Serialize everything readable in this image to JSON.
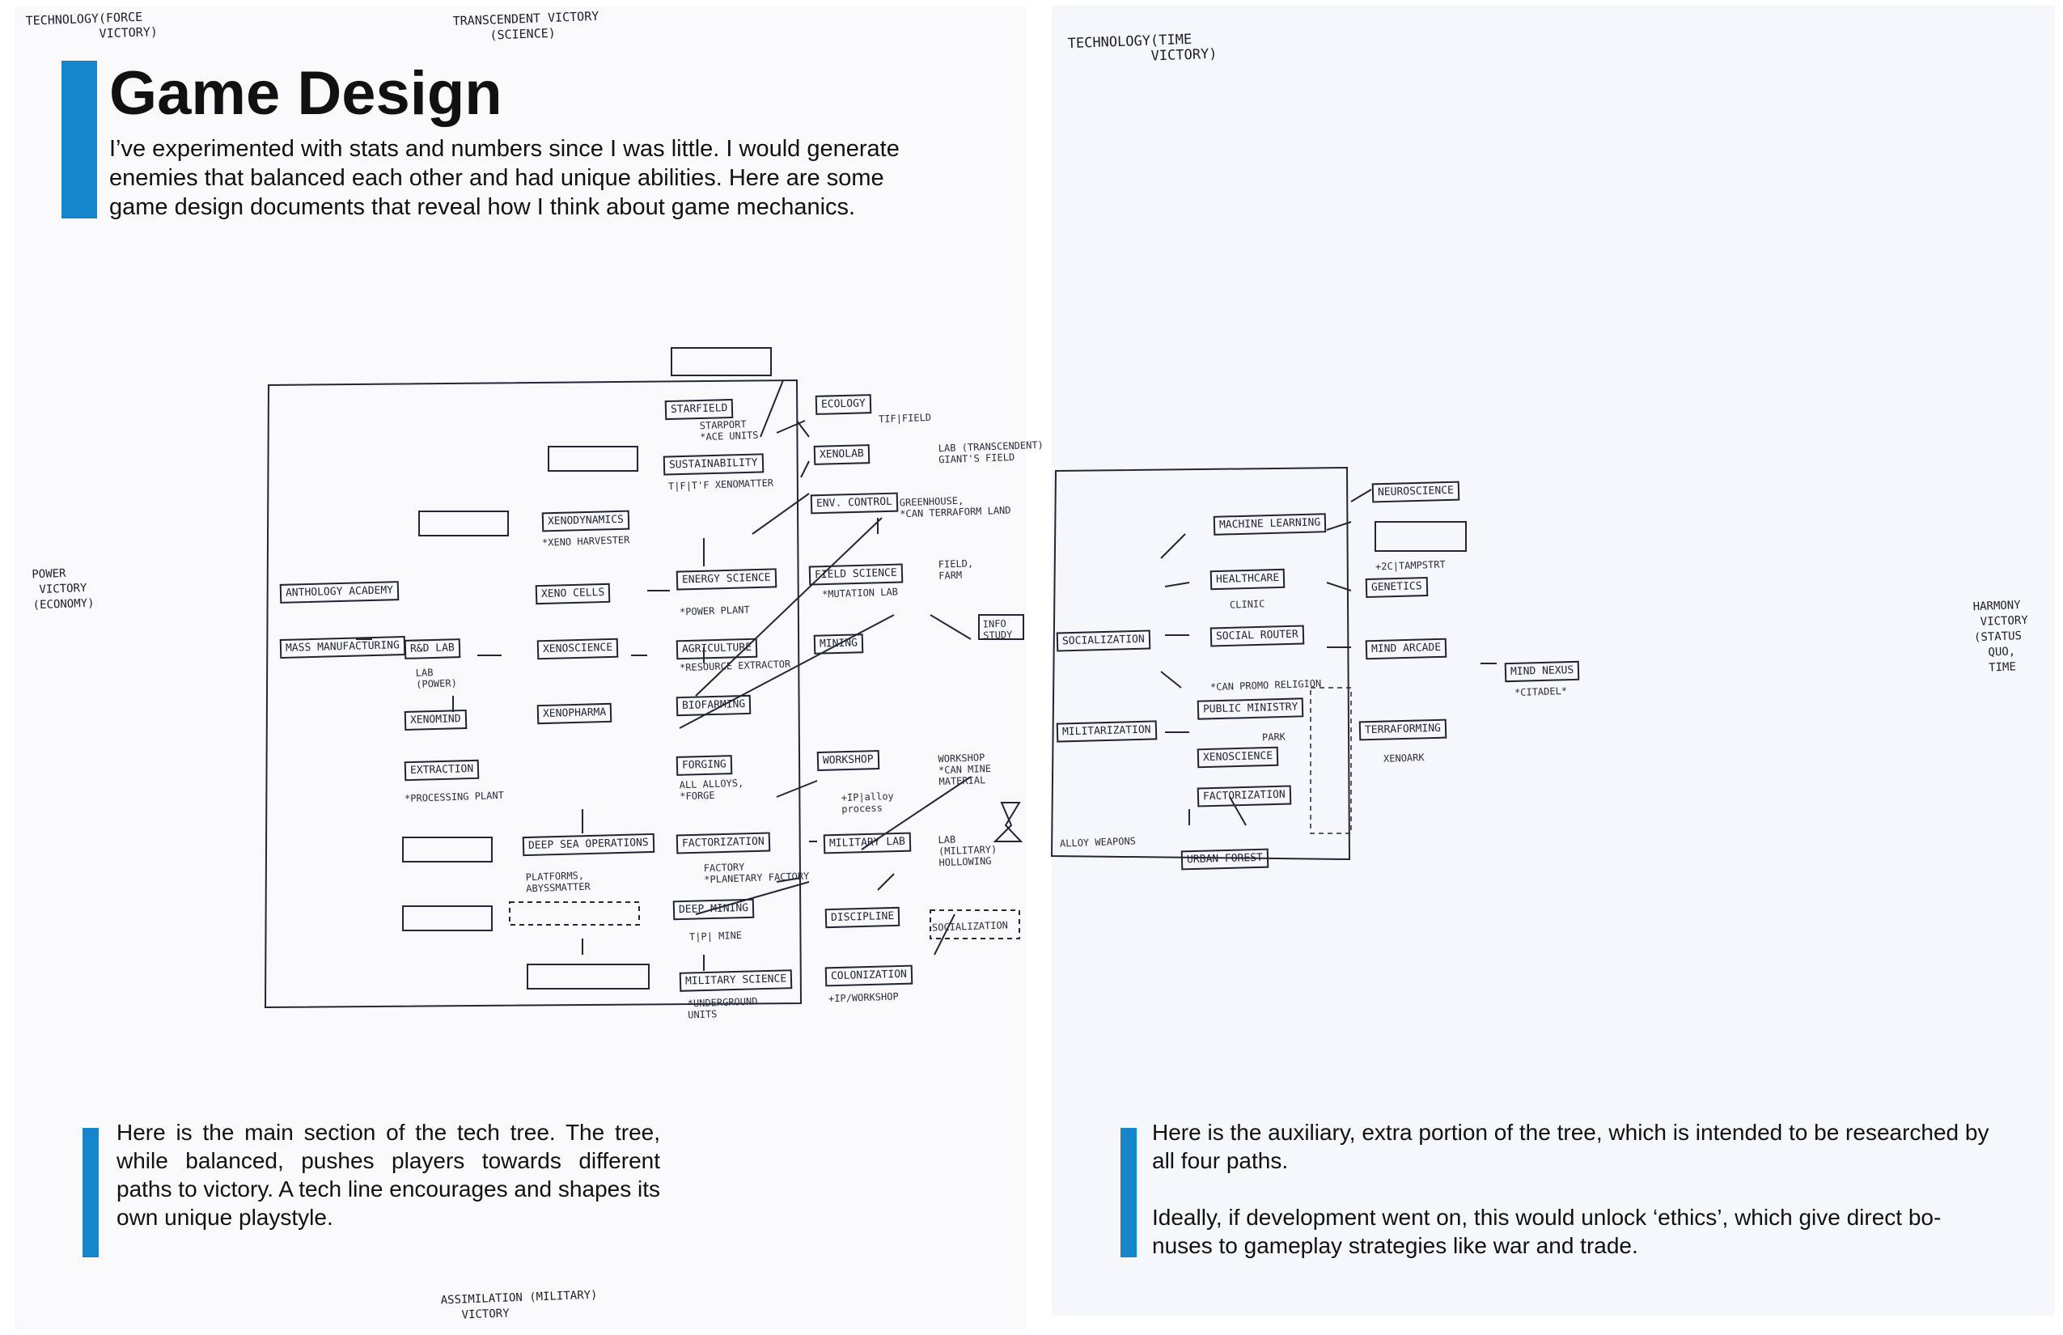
{
  "header": {
    "title": "Game Design",
    "intro": "I’ve experimented with stats and numbers since I was little. I would generate enemies that balanced each other and had unique abilities. Here are some game design documents that reveal how I think about game mechanics."
  },
  "captions": {
    "left": "Here is the main section of the tech tree. The tree, while balanced, pushes players towards different paths to victory. A tech line encourages and shapes its own unique playstyle.",
    "right_p1": "Here is the auxiliary, extra portion of the tree, which is intended to be researched by all four paths.",
    "right_p2": "Ideally, if development went on, this would unlock ‘ethics’, which give direct bo-nuses to gameplay strategies like war and trade."
  },
  "handwritten": {
    "tech_force": "TECHNOLOGY(FORCE\n          VICTORY)",
    "transcendent": "TRANSCENDENT VICTORY\n     (SCIENCE)",
    "tech_time": "TECHNOLOGY(TIME\n          VICTORY)",
    "power": "POWER\n VICTORY\n(ECONOMY)",
    "harmony": "HARMONY\n VICTORY\n(STATUS\n  QUO,\n  TIME",
    "assimilation": "ASSIMILATION (MILITARY)\n   VICTORY"
  },
  "tree_left": {
    "nodes": [
      "STARFIELD",
      "ECOLOGY",
      "SUSTAINABILITY",
      "XENOLAB",
      "ENV. CONTROL",
      "XENODYNAMICS",
      "ENERGY SCIENCE",
      "FIELD SCIENCE",
      "ANTHOLOGY ACADEMY",
      "XENO CELLS",
      "MASS MANUFACTURING",
      "R&D LAB",
      "XENOSCIENCE",
      "AGRICULTURE",
      "MINING",
      "XENOMIND",
      "XENOPHARMA",
      "BIOFARMING",
      "EXTRACTION",
      "FORGING",
      "WORKSHOP",
      "FACTORIZATION",
      "MILITARY LAB",
      "DEEP SEA OPERATIONS",
      "DEEP MINING",
      "DISCIPLINE",
      "MILITARY SCIENCE",
      "COLONIZATION"
    ],
    "notes": [
      "STARPORT\n*ACE UNITS",
      "TIF|FIELD",
      "T|F|T'F XENOMATTER",
      "*XENO HARVESTER",
      "LAB (TRANSCENDENT)\nGIANT'S FIELD",
      "GREENHOUSE,\n*CAN TERRAFORM LAND",
      "FIELD,\nFARM",
      "*POWER PLANT",
      "*MUTATION LAB",
      "INFO\nSTUDY",
      "LAB\n(POWER)",
      "*RESOURCE EXTRACTOR",
      "WORKSHOP\n*CAN MINE\nMATERIAL",
      "+IP|alloy\nprocess",
      "ALL ALLOYS,\n*FORGE",
      "FACTORY\n*PLANETARY FACTORY",
      "LAB\n(MILITARY)\nHOLLOWING",
      "T|P| MINE",
      "*UNDERGROUND\nUNITS",
      "+IP/WORKSHOP",
      "SOCIALIZATION",
      "*PROCESSING PLANT",
      "PLATFORMS,\nABYSSMATTER"
    ]
  },
  "tree_right": {
    "nodes": [
      "NEUROSCIENCE",
      "MACHINE LEARNING",
      "HEALTHCARE",
      "GENETICS",
      "SOCIAL ROUTER",
      "MIND ARCADE",
      "MIND NEXUS",
      "PUBLIC MINISTRY",
      "TERRAFORMING",
      "XENOSCIENCE",
      "FACTORIZATION",
      "URBAN FOREST",
      "SOCIALIZATION",
      "MILITARIZATION"
    ],
    "notes": [
      "CLINIC",
      "+2C|TAMPSTRT",
      "*CAN PROMO RELIGION",
      "PARK",
      "*CITADEL*",
      "XENOARK",
      "ALLOY WEAPONS"
    ]
  }
}
